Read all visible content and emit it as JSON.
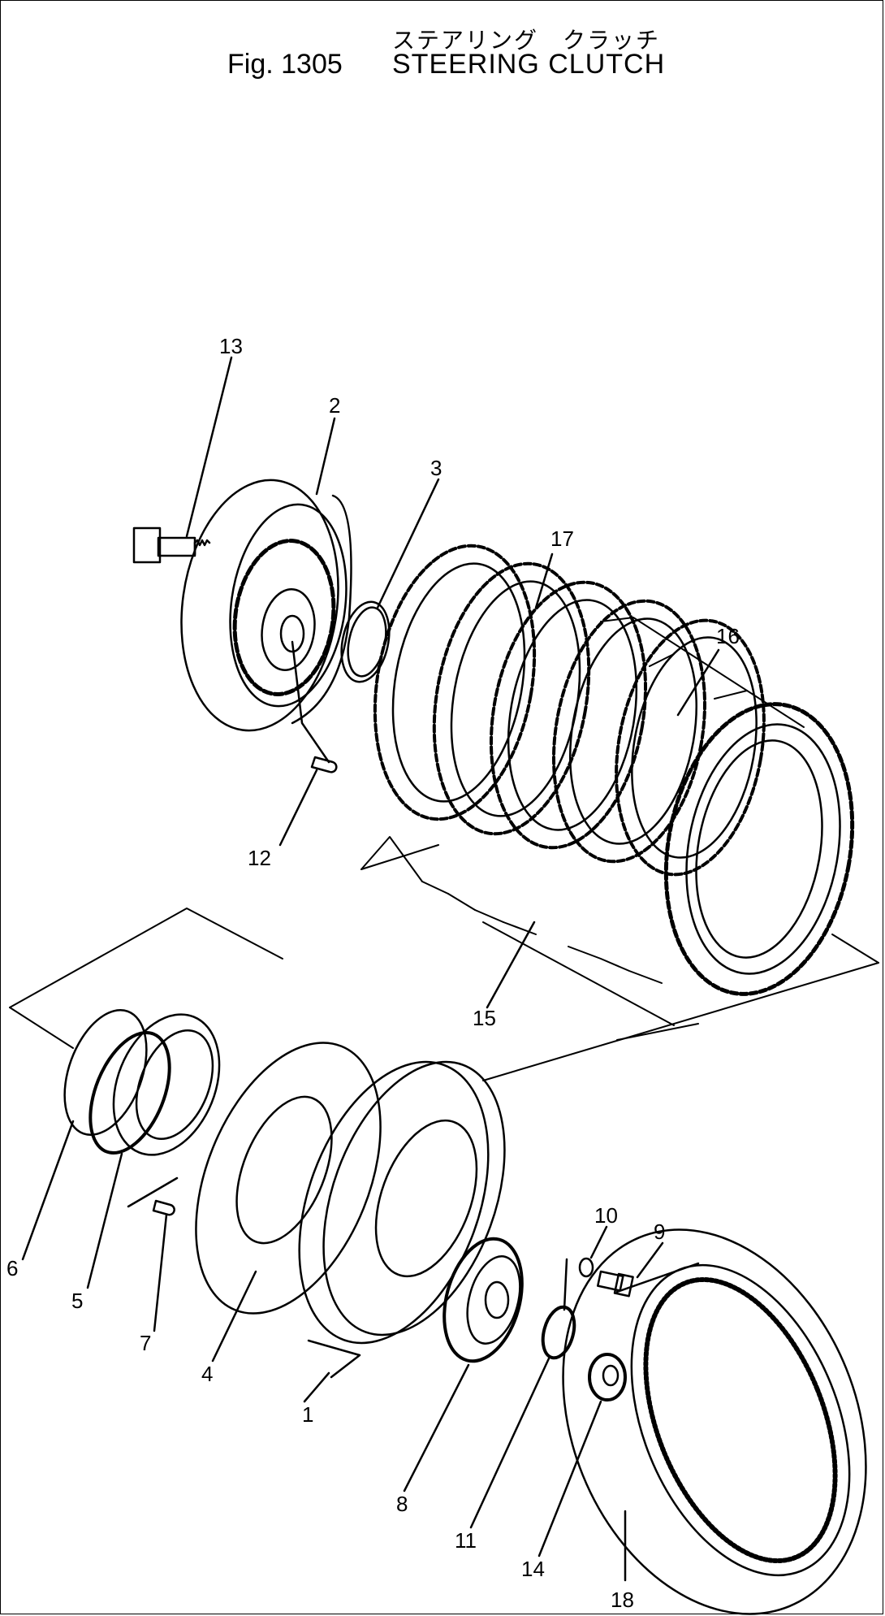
{
  "title": {
    "japanese": "ステアリング　クラッチ",
    "figure": "Fig. 1305",
    "english": "STEERING CLUTCH"
  },
  "callouts": [
    "13",
    "2",
    "3",
    "17",
    "16",
    "12",
    "15",
    "6",
    "5",
    "7",
    "4",
    "1",
    "10",
    "9",
    "8",
    "11",
    "14",
    "18"
  ]
}
